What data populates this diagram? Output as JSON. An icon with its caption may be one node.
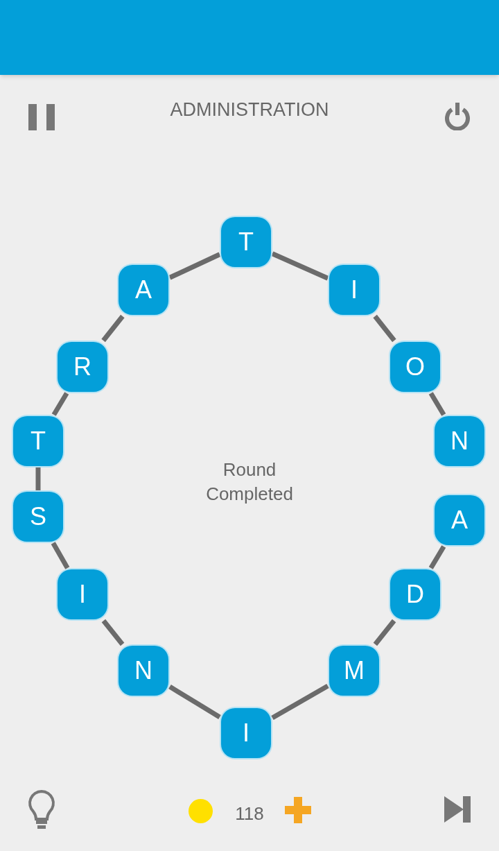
{
  "diagram": {
    "nodes": [
      {
        "text": [],
        "shape": "bar"
      },
      {
        "text": [
          "A"
        ]
      },
      {
        "text": [
          "D"
        ]
      },
      {
        "text": [
          "M"
        ]
      },
      {
        "text": [
          "I"
        ]
      },
      {
        "text": [
          "N"
        ]
      },
      {
        "text": [
          "I"
        ]
      },
      {
        "text": [
          "S"
        ]
      },
      {
        "text": [
          "T"
        ]
      },
      {
        "text": [
          "R"
        ]
      },
      {
        "text": [
          "A"
        ]
      },
      {
        "text": [
          "T"
        ]
      },
      {
        "text": [
          "I"
        ]
      },
      {
        "text": [
          "O"
        ]
      },
      {
        "text": [
          "N"
        ]
      }
    ],
    "edges": [
      {
        "from": 1,
        "to": 2,
        "arrow": "none"
      },
      {
        "from": 2,
        "to": 3,
        "arrow": "none"
      },
      {
        "from": 3,
        "to": 4,
        "arrow": "none"
      },
      {
        "from": 4,
        "to": 5,
        "arrow": "none"
      },
      {
        "from": 5,
        "to": 6,
        "arrow": "none"
      },
      {
        "from": 6,
        "to": 7,
        "arrow": "none"
      },
      {
        "from": 7,
        "to": 8,
        "arrow": "none"
      },
      {
        "from": 8,
        "to": 9,
        "arrow": "none"
      },
      {
        "from": 9,
        "to": 10,
        "arrow": "none"
      },
      {
        "from": 10,
        "to": 11,
        "arrow": "none"
      },
      {
        "from": 11,
        "to": 12,
        "arrow": "none"
      },
      {
        "from": 12,
        "to": 13,
        "arrow": "none"
      },
      {
        "from": 13,
        "to": 14,
        "arrow": "none"
      }
    ],
    "labels": [
      "ADMINISTRATION",
      "Round Completed",
      "118"
    ]
  }
}
